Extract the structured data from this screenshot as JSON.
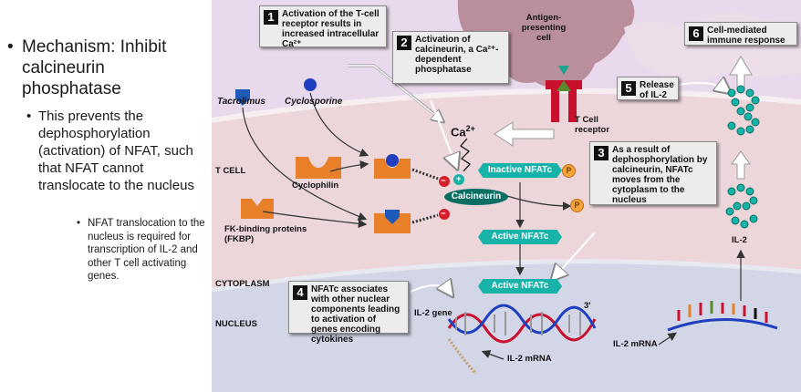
{
  "bullets": {
    "level1": "Mechanism: Inhibit calcineurin phosphatase",
    "level2": "This prevents the dephosphorylation (activation) of NFAT, such that NFAT cannot translocate to the nucleus",
    "level3": "NFAT translocation to the nucleus is required for transcription of IL-2 and other T cell activating genes."
  },
  "steps": [
    {
      "num": "1",
      "text": "Activation of the T-cell receptor results in increased intracellular Ca²⁺"
    },
    {
      "num": "2",
      "text": "Activation of calcineurin, a Ca²⁺-dependent phosphatase"
    },
    {
      "num": "3",
      "text": "As a result of dephosphorylation by calcineurin, NFATc moves from the cytoplasm to the nucleus"
    },
    {
      "num": "4",
      "text": "NFATc associates with other nuclear components leading to activation of genes encoding cytokines"
    },
    {
      "num": "5",
      "text": "Release of IL-2"
    },
    {
      "num": "6",
      "text": "Cell-mediated immune response"
    }
  ],
  "labels": {
    "apc": "Antigen-presenting cell",
    "tcr": "T Cell receptor",
    "tcell": "T CELL",
    "cytoplasm": "CYTOPLASM",
    "nucleus": "NUCLEUS",
    "tacrolimus": "Tacrolimus",
    "cyclosporine": "Cyclosporine",
    "cyclophilin": "Cyclophilin",
    "fkbp": "FK-binding proteins (FKBP)",
    "ca": "Ca",
    "ca_sup": "2+",
    "inactive_nfat": "Inactive NFATc",
    "calcineurin": "Calcineurin",
    "active_nfat_1": "Active NFATc",
    "active_nfat_2": "Active NFATc",
    "p1": "P",
    "p2": "P",
    "minus1": "−",
    "minus2": "−",
    "plus": "+",
    "il2_gene": "IL-2 gene",
    "il2_mrna_1": "IL-2 mRNA",
    "il2_mrna_2": "IL-2 mRNA",
    "il2": "IL-2",
    "three_prime": "3'"
  },
  "colors": {
    "extracellular": "#e9d9ec",
    "cytoplasm": "#ecd6da",
    "nucleus": "#d2d6e6",
    "nfat": "#18b3a8",
    "calcineurin": "#0a6e63",
    "drug_protein": "#e8802a",
    "tacrolimus": "#1e5bb8",
    "cyclosporine": "#1f3fbf"
  }
}
